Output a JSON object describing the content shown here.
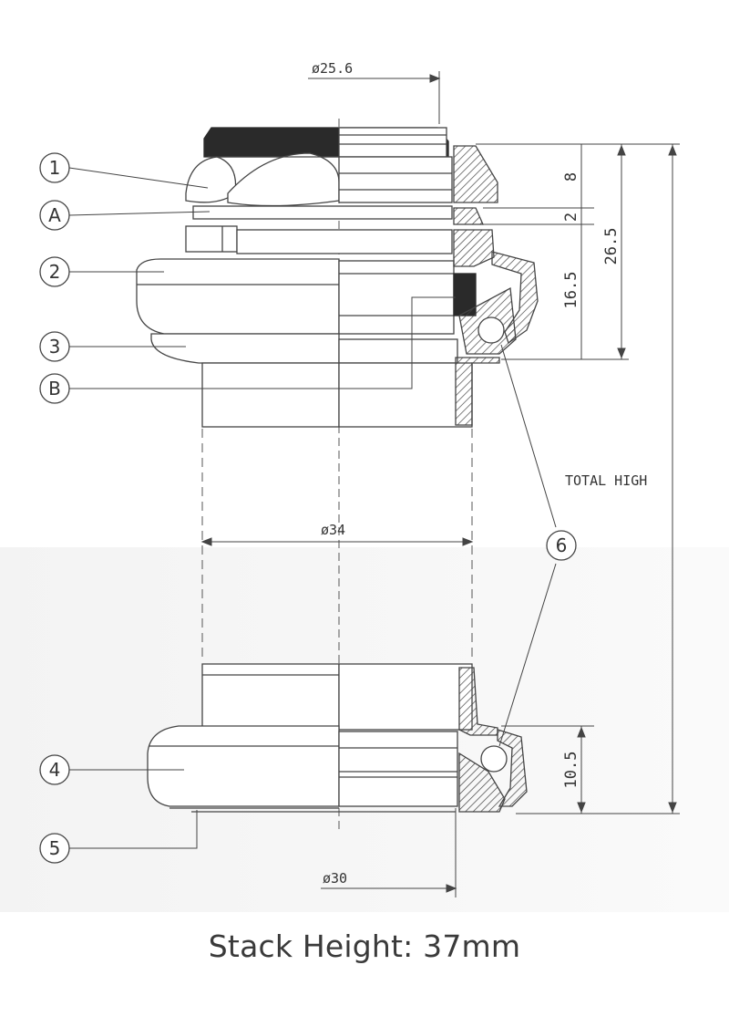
{
  "caption": "Stack Height: 37mm",
  "callouts": {
    "c1": "1",
    "cA": "A",
    "c2": "2",
    "c3": "3",
    "cB": "B",
    "c4": "4",
    "c5": "5",
    "c6": "6"
  },
  "dimensions": {
    "top_diameter": "ø25.6",
    "mid_diameter": "ø34",
    "bottom_diameter": "ø30",
    "d8": "8",
    "d2": "2",
    "d16_5": "16.5",
    "d26_5": "26.5",
    "d10_5": "10.5",
    "total": "TOTAL HIGH"
  },
  "colors": {
    "line": "#444444",
    "fill": "#2a2a2a",
    "caption": "#3a3a3a"
  }
}
